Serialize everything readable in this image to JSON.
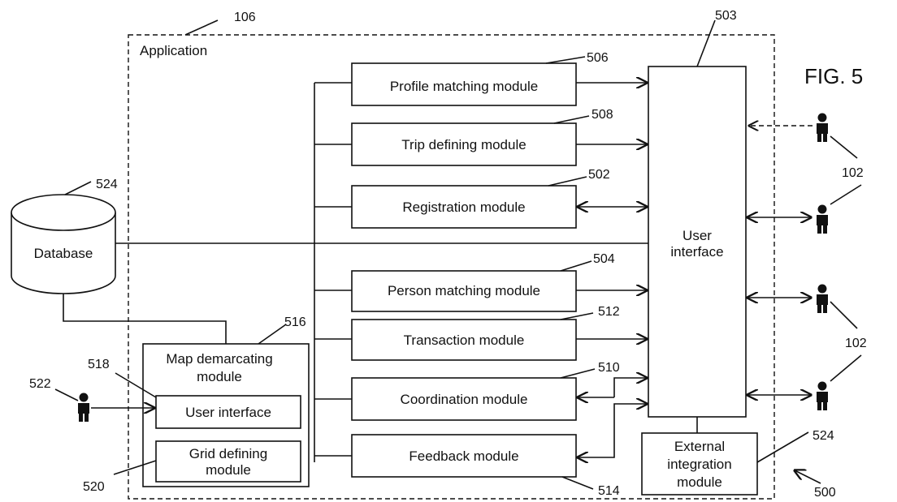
{
  "figure_label": "FIG. 5",
  "application": {
    "label": "Application",
    "ref": "106"
  },
  "system_ref": "500",
  "modules": {
    "profile_matching": {
      "label": "Profile matching module",
      "ref": "506"
    },
    "trip_defining": {
      "label": "Trip defining module",
      "ref": "508"
    },
    "registration": {
      "label": "Registration module",
      "ref": "502"
    },
    "person_matching": {
      "label": "Person matching module",
      "ref": "504"
    },
    "transaction": {
      "label": "Transaction module",
      "ref": "512"
    },
    "coordination": {
      "label": "Coordination module",
      "ref": "510"
    },
    "feedback": {
      "label": "Feedback module",
      "ref": "514"
    }
  },
  "user_interface": {
    "line1": "User",
    "line2": "interface",
    "ref": "503"
  },
  "external_integration": {
    "line1": "External",
    "line2": "integration",
    "line3": "module",
    "ref": "524"
  },
  "database": {
    "label": "Database",
    "ref": "524"
  },
  "map_demarcating": {
    "line1": "Map demarcating",
    "line2": "module",
    "ref": "516",
    "user_interface": {
      "label": "User interface",
      "ref": "518"
    },
    "grid_defining": {
      "line1": "Grid defining",
      "line2": "module",
      "ref": "520"
    }
  },
  "users": {
    "ref_top": "102",
    "ref_bottom": "102",
    "map_user_ref": "522"
  }
}
